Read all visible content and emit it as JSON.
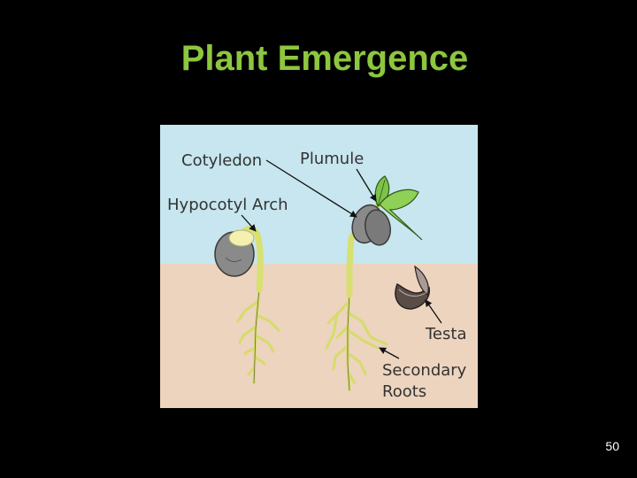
{
  "slide": {
    "title": "Plant Emergence",
    "page_number": "50"
  },
  "diagram": {
    "labels": {
      "cotyledon": "Cotyledon",
      "plumule": "Plumule",
      "hypocotyl_arch": "Hypocotyl Arch",
      "testa": "Testa",
      "secondary_roots_line1": "Secondary",
      "secondary_roots_line2": "Roots"
    }
  },
  "colors": {
    "title": "#8dc63f",
    "sky": "#c7e6ef",
    "soil": "#ecd4bf",
    "stem": "#d8e070",
    "cotyledon": "#8a8a8a",
    "leaf": "#7ec24a",
    "background": "#000000"
  }
}
